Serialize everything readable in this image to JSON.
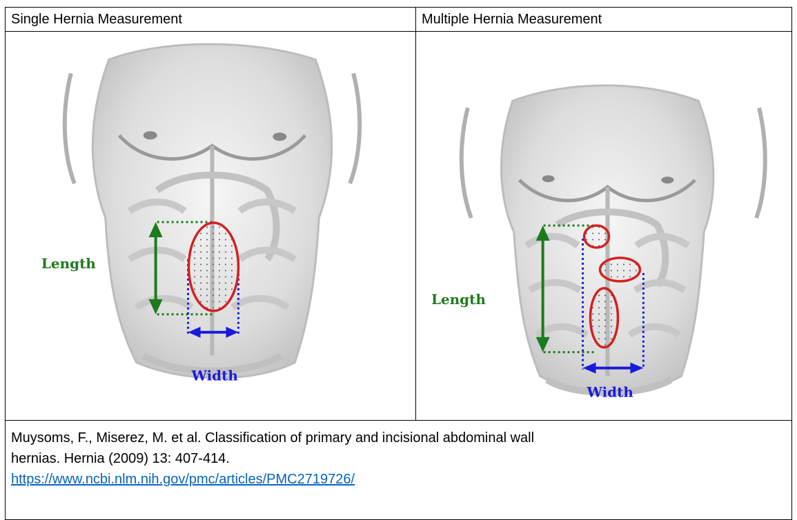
{
  "headers": {
    "single": "Single Hernia Measurement",
    "multiple": "Multiple Hernia Measurement"
  },
  "figures": {
    "single": {
      "length_label": "Length",
      "width_label": "Width"
    },
    "multiple": {
      "length_label": "Length",
      "width_label": "Width"
    }
  },
  "citation": {
    "line1": "Muysoms, F., Miserez, M. et al. Classification of primary and incisional abdominal wall",
    "line2": "hernias. Hernia (2009) 13: 407-414.",
    "link": "https://www.ncbi.nlm.nih.gov/pmc/articles/PMC2719726/"
  },
  "colors": {
    "length": "#1e7a1e",
    "width": "#1a1adc",
    "hernia": "#d42020",
    "link": "#0563c1"
  }
}
